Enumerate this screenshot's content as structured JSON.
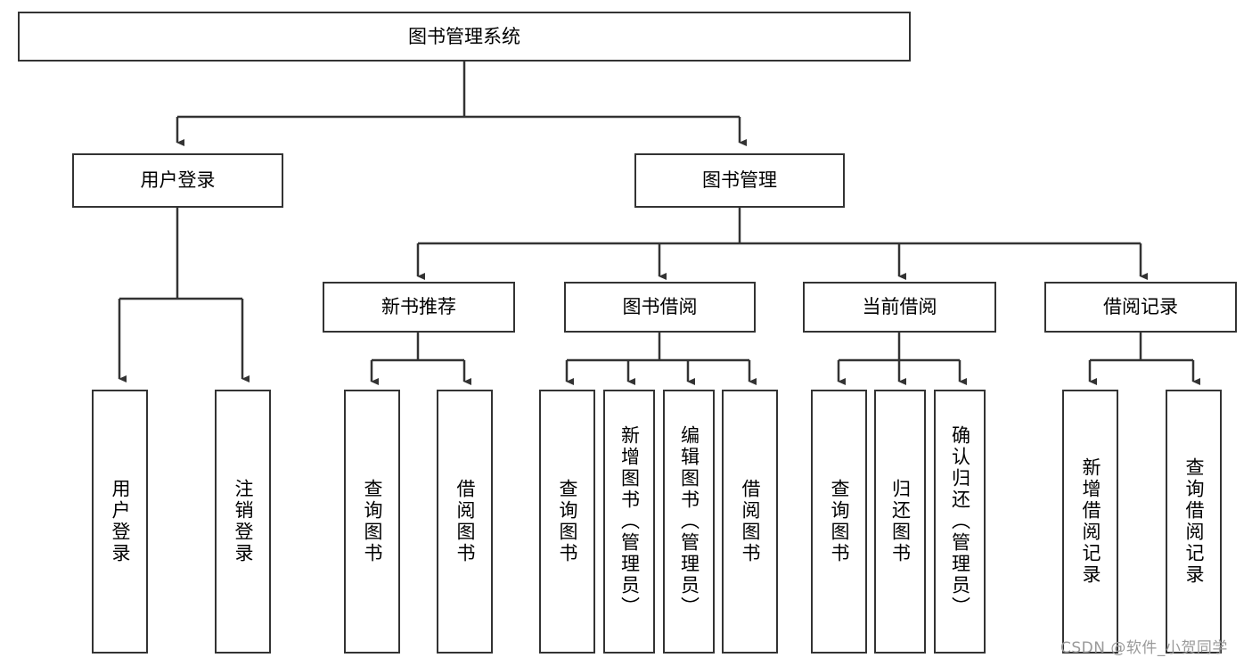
{
  "diagram": {
    "title": "图书管理系统",
    "type": "tree",
    "watermark": "CSDN @软件_小贺同学",
    "colors": {
      "border": "#333333",
      "fill": "#ffffff",
      "edge": "#333333",
      "text": "#000000",
      "watermark": "#9a9a9a"
    },
    "root": {
      "id": "root",
      "label": "图书管理系统",
      "orientation": "horizontal"
    },
    "level2": [
      {
        "id": "user-login",
        "label": "用户登录",
        "orientation": "horizontal"
      },
      {
        "id": "book-manage",
        "label": "图书管理",
        "orientation": "horizontal"
      }
    ],
    "level3": [
      {
        "id": "new-book-recommend",
        "label": "新书推荐",
        "orientation": "horizontal",
        "parent": "book-manage"
      },
      {
        "id": "book-borrow",
        "label": "图书借阅",
        "orientation": "horizontal",
        "parent": "book-manage"
      },
      {
        "id": "current-borrow",
        "label": "当前借阅",
        "orientation": "horizontal",
        "parent": "book-manage"
      },
      {
        "id": "borrow-record",
        "label": "借阅记录",
        "orientation": "horizontal",
        "parent": "book-manage"
      }
    ],
    "leaves": [
      {
        "id": "leaf-user-login",
        "label": "用户登录",
        "orientation": "vertical",
        "parent": "user-login"
      },
      {
        "id": "leaf-logout",
        "label": "注销登录",
        "orientation": "vertical",
        "parent": "user-login"
      },
      {
        "id": "leaf-query-book-1",
        "label": "查询图书",
        "orientation": "vertical",
        "parent": "new-book-recommend"
      },
      {
        "id": "leaf-borrow-book-1",
        "label": "借阅图书",
        "orientation": "vertical",
        "parent": "new-book-recommend"
      },
      {
        "id": "leaf-query-book-2",
        "label": "查询图书",
        "orientation": "vertical",
        "parent": "book-borrow"
      },
      {
        "id": "leaf-add-book",
        "label": "新增图书（管理员）",
        "orientation": "vertical",
        "parent": "book-borrow"
      },
      {
        "id": "leaf-edit-book",
        "label": "编辑图书（管理员）",
        "orientation": "vertical",
        "parent": "book-borrow"
      },
      {
        "id": "leaf-borrow-book-2",
        "label": "借阅图书",
        "orientation": "vertical",
        "parent": "book-borrow"
      },
      {
        "id": "leaf-query-book-3",
        "label": "查询图书",
        "orientation": "vertical",
        "parent": "current-borrow"
      },
      {
        "id": "leaf-return-book",
        "label": "归还图书",
        "orientation": "vertical",
        "parent": "current-borrow"
      },
      {
        "id": "leaf-confirm-return",
        "label": "确认归还（管理员）",
        "orientation": "vertical",
        "parent": "current-borrow"
      },
      {
        "id": "leaf-add-record",
        "label": "新增借阅记录",
        "orientation": "vertical",
        "parent": "borrow-record"
      },
      {
        "id": "leaf-query-record",
        "label": "查询借阅记录",
        "orientation": "vertical",
        "parent": "borrow-record"
      }
    ]
  }
}
